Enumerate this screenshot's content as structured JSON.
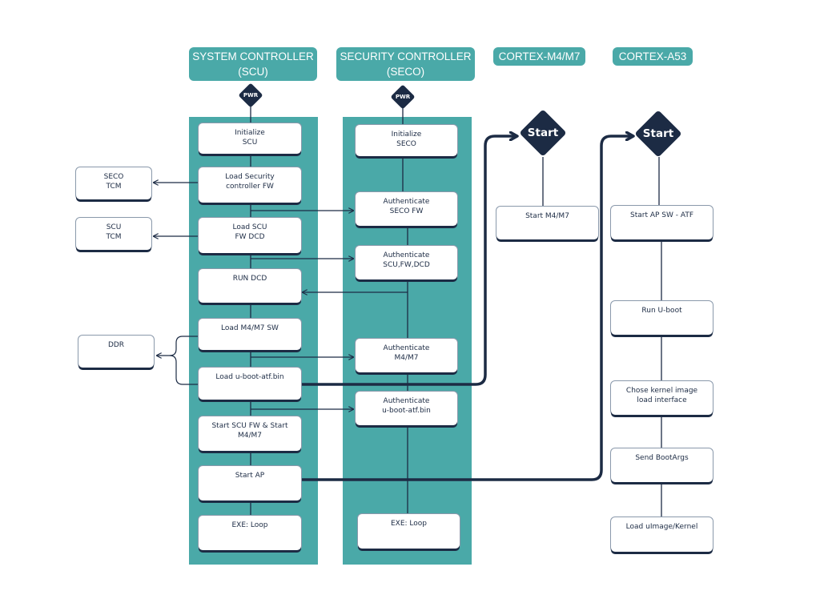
{
  "headers": {
    "scu": [
      "SYSTEM CONTROLLER",
      "(SCU)"
    ],
    "seco": [
      "SECURITY CONTROLLER",
      "(SECO)"
    ],
    "m4": [
      "CORTEX-M4/M7"
    ],
    "a53": [
      "CORTEX-A53"
    ]
  },
  "pwr_label": "PWR",
  "start_label": "Start",
  "left_boxes": {
    "seco_tcm": [
      "SECO",
      "TCM"
    ],
    "scu_tcm": [
      "SCU",
      "TCM"
    ],
    "ddr": [
      "DDR"
    ]
  },
  "scu_steps": [
    [
      "Initialize",
      "SCU"
    ],
    [
      "Load  Security",
      "controller FW"
    ],
    [
      "Load  SCU",
      "FW DCD"
    ],
    [
      "RUN DCD"
    ],
    [
      "Load M4/M7  SW"
    ],
    [
      "Load u-boot-atf.bin"
    ],
    [
      "Start SCU FW & Start",
      "M4/M7"
    ],
    [
      "Start AP"
    ],
    [
      "EXE: Loop"
    ]
  ],
  "seco_steps": [
    [
      "Initialize",
      "SECO"
    ],
    [
      "Authenticate",
      "SECO FW"
    ],
    [
      "Authenticate",
      "SCU,FW,DCD"
    ],
    [
      "Authenticate",
      "M4/M7"
    ],
    [
      "Authenticate",
      "u-boot-atf.bin"
    ],
    [
      "EXE: Loop"
    ]
  ],
  "m4_steps": [
    [
      "Start M4/M7"
    ]
  ],
  "a53_steps": [
    [
      "Start AP SW - ATF"
    ],
    [
      "Run U-boot"
    ],
    [
      "Chose kernel image",
      "load interface"
    ],
    [
      "Send BootArgs"
    ],
    [
      "Load uImage/Kernel"
    ]
  ],
  "colors": {
    "teal": "#4aa9a8",
    "navy": "#1c2b44",
    "box_bg": "#ffffff"
  }
}
